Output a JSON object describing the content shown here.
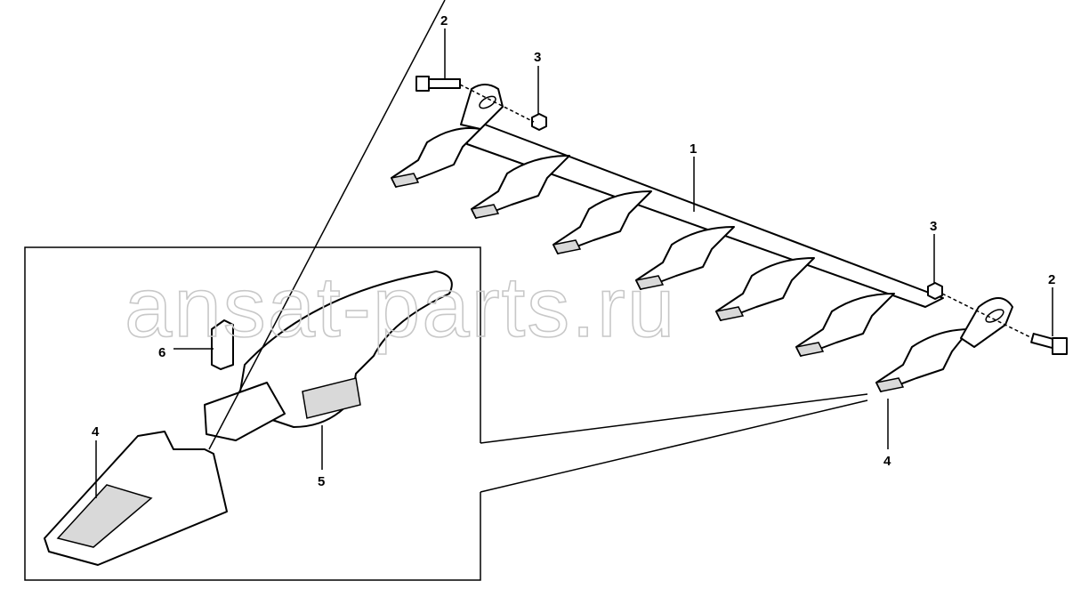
{
  "watermark": "ansat-parts.ru",
  "callouts": {
    "c1": "1",
    "c2a": "2",
    "c2b": "2",
    "c3a": "3",
    "c3b": "3",
    "c4a": "4",
    "c4b": "4",
    "c5": "5",
    "c6": "6"
  }
}
